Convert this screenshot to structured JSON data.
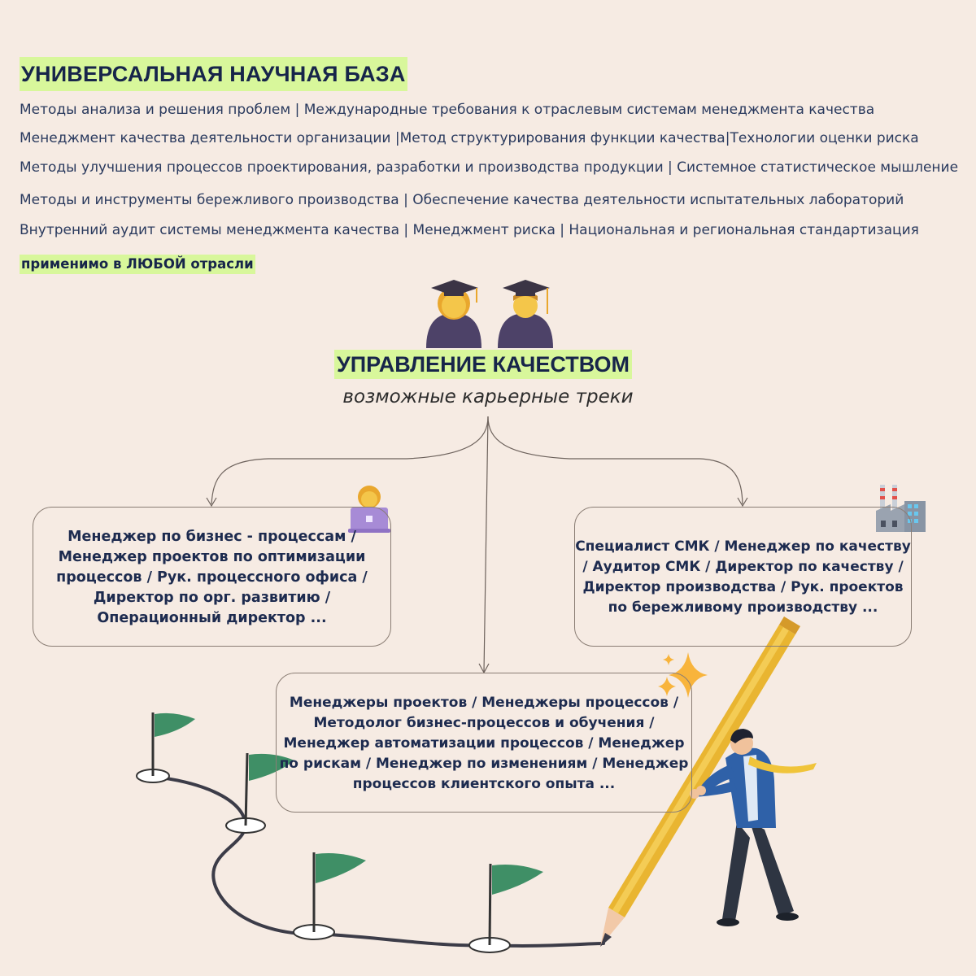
{
  "header": {
    "title": "УНИВЕРСАЛЬНАЯ НАУЧНАЯ БАЗА",
    "lines": [
      "Методы анализа и решения проблем | Международные требования к отраслевым системам менеджмента качества",
      "Менеджмент качества деятельности организации    |Метод структурирования функции качества|Технологии оценки риска",
      "Методы улучшения процессов проектирования, разработки и производства продукции | Системное статистическое мышление",
      "Методы и инструменты бережливого производства | Обеспечение качества деятельности испытательных лабораторий",
      "Внутренний аудит системы менеджмента качества  |  Менеджмент риска  |  Национальная и региональная стандартизация"
    ],
    "note": "применимо в ЛЮБОЙ отрасли"
  },
  "center": {
    "title": "УПРАВЛЕНИЕ КАЧЕСТВОМ",
    "subtitle": "возможные карьерные треки"
  },
  "tracks": {
    "left": [
      "Менеджер по бизнес - процессам /",
      "Менеджер проектов по оптимизации",
      "процессов / Рук. процессного офиса /",
      "Директор по орг. развитию /",
      "Операционный директор ..."
    ],
    "right": [
      "Специалист СМК / Менеджер по качеству",
      "/ Аудитор СМК / Директор по качеству /",
      "Директор производства / Рук. проектов",
      "по бережливому производству ..."
    ],
    "bottom": [
      "Менеджеры проектов / Менеджеры процессов /",
      "Методолог бизнес-процессов и обучения /",
      "Менеджер автоматизации процессов /  Менеджер",
      "по рискам / Менеджер по изменениям / Менеджер",
      "процессов клиентского опыта ..."
    ]
  },
  "icons": [
    "graduate-woman-icon",
    "graduate-man-icon",
    "woman-laptop-icon",
    "factory-icon",
    "sparkles-icon",
    "flag-icon",
    "pencil-icon",
    "businessman-icon"
  ],
  "colors": {
    "background": "#f6ebe3",
    "highlight": "#d8f79b",
    "text": "#1f2d4d",
    "flag": "#3f8f66",
    "pencil": "#e9b531"
  }
}
